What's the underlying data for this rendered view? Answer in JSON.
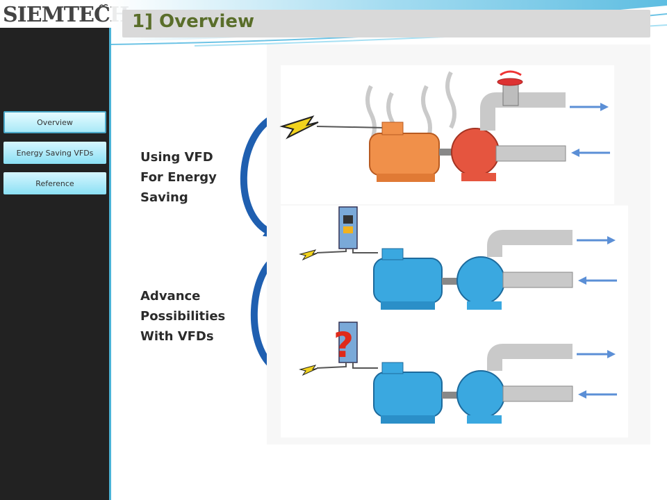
{
  "logo": {
    "text": "SIEMTECH"
  },
  "slide": {
    "title": "1] Overview"
  },
  "nav": {
    "items": [
      {
        "label": "Overview",
        "active": true
      },
      {
        "label": "Energy Saving VFDs",
        "active": false
      },
      {
        "label": "Reference",
        "active": false
      }
    ]
  },
  "labels": {
    "using_vfd": [
      "Using VFD",
      "For Energy",
      "Saving"
    ],
    "advance": [
      "Advance",
      "Possibilities",
      "With VFDs"
    ]
  },
  "illustration": {
    "question_mark": "?",
    "colors": {
      "motor_old": "#f0904a",
      "pump_old": "#e5553f",
      "motor_new": "#3aa8e0",
      "pipe": "#c9c9c9",
      "arrow": "#5b8fd6",
      "curve_arrow": "#1f5fb0",
      "question": "#e02a1a"
    }
  }
}
